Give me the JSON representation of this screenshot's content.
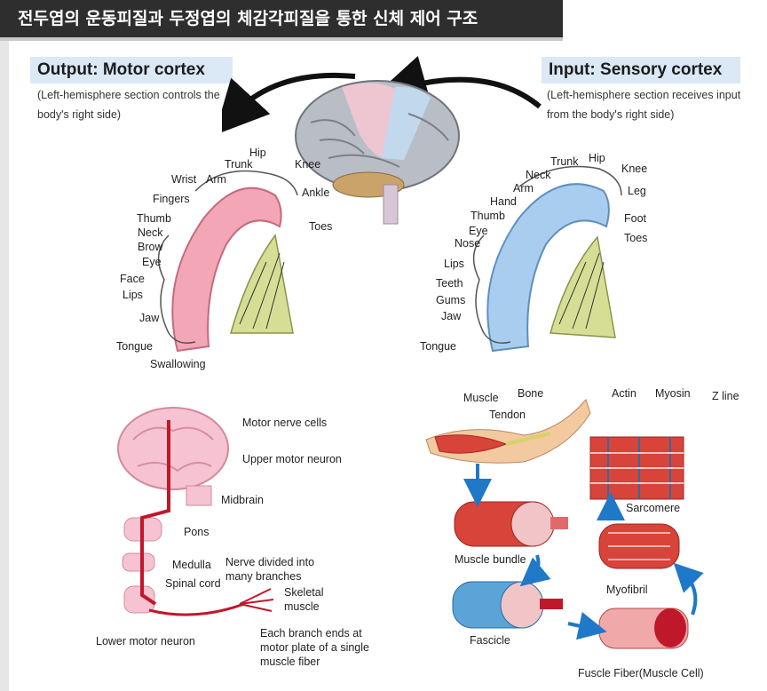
{
  "title": "전두엽의 운동피질과 두정엽의 체감각피질을 통한 신체 제어 구조",
  "motor": {
    "heading": "Output: Motor cortex",
    "subtitle_line1": "(Left-hemisphere section controls the",
    "subtitle_line2": "body's right side)",
    "labels": [
      "Hip",
      "Trunk",
      "Knee",
      "Wrist",
      "Arm",
      "Ankle",
      "Fingers",
      "Toes",
      "Thumb",
      "Neck",
      "Brow",
      "Eye",
      "Face",
      "Lips",
      "Jaw",
      "Tongue",
      "Swallowing"
    ]
  },
  "sensory": {
    "heading": "Input: Sensory cortex",
    "subtitle_line1": "(Left-hemisphere section receives input",
    "subtitle_line2": "from the body's right side)",
    "labels": [
      "Trunk",
      "Hip",
      "Knee",
      "Neck",
      "Arm",
      "Leg",
      "Hand",
      "Thumb",
      "Foot",
      "Eye",
      "Toes",
      "Nose",
      "Lips",
      "Teeth",
      "Gums",
      "Jaw",
      "Tongue"
    ]
  },
  "pathway": {
    "labels": [
      "Motor nerve cells",
      "Upper motor neuron",
      "Midbrain",
      "Pons",
      "Medulla",
      "Spinal cord",
      "Nerve divided into",
      "many branches",
      "Skeletal",
      "muscle",
      "Lower motor neuron",
      "Each branch ends at",
      "motor plate of a single",
      "muscle fiber"
    ]
  },
  "muscle": {
    "labels": [
      "Muscle",
      "Bone",
      "Tendon",
      "Actin",
      "Myosin",
      "Z line",
      "Sarcomere",
      "Muscle bundle",
      "Myofibril",
      "Fascicle",
      "Fuscle Fiber(Muscle Cell)"
    ]
  },
  "colors": {
    "motor_strip": "#f2a6b6",
    "sensory_strip": "#a9cdee",
    "header_bg": "#dbe9f7",
    "title_bg": "#2e2e2e",
    "arrow_blue": "#1f78c8",
    "muscle_red": "#d8433a"
  }
}
